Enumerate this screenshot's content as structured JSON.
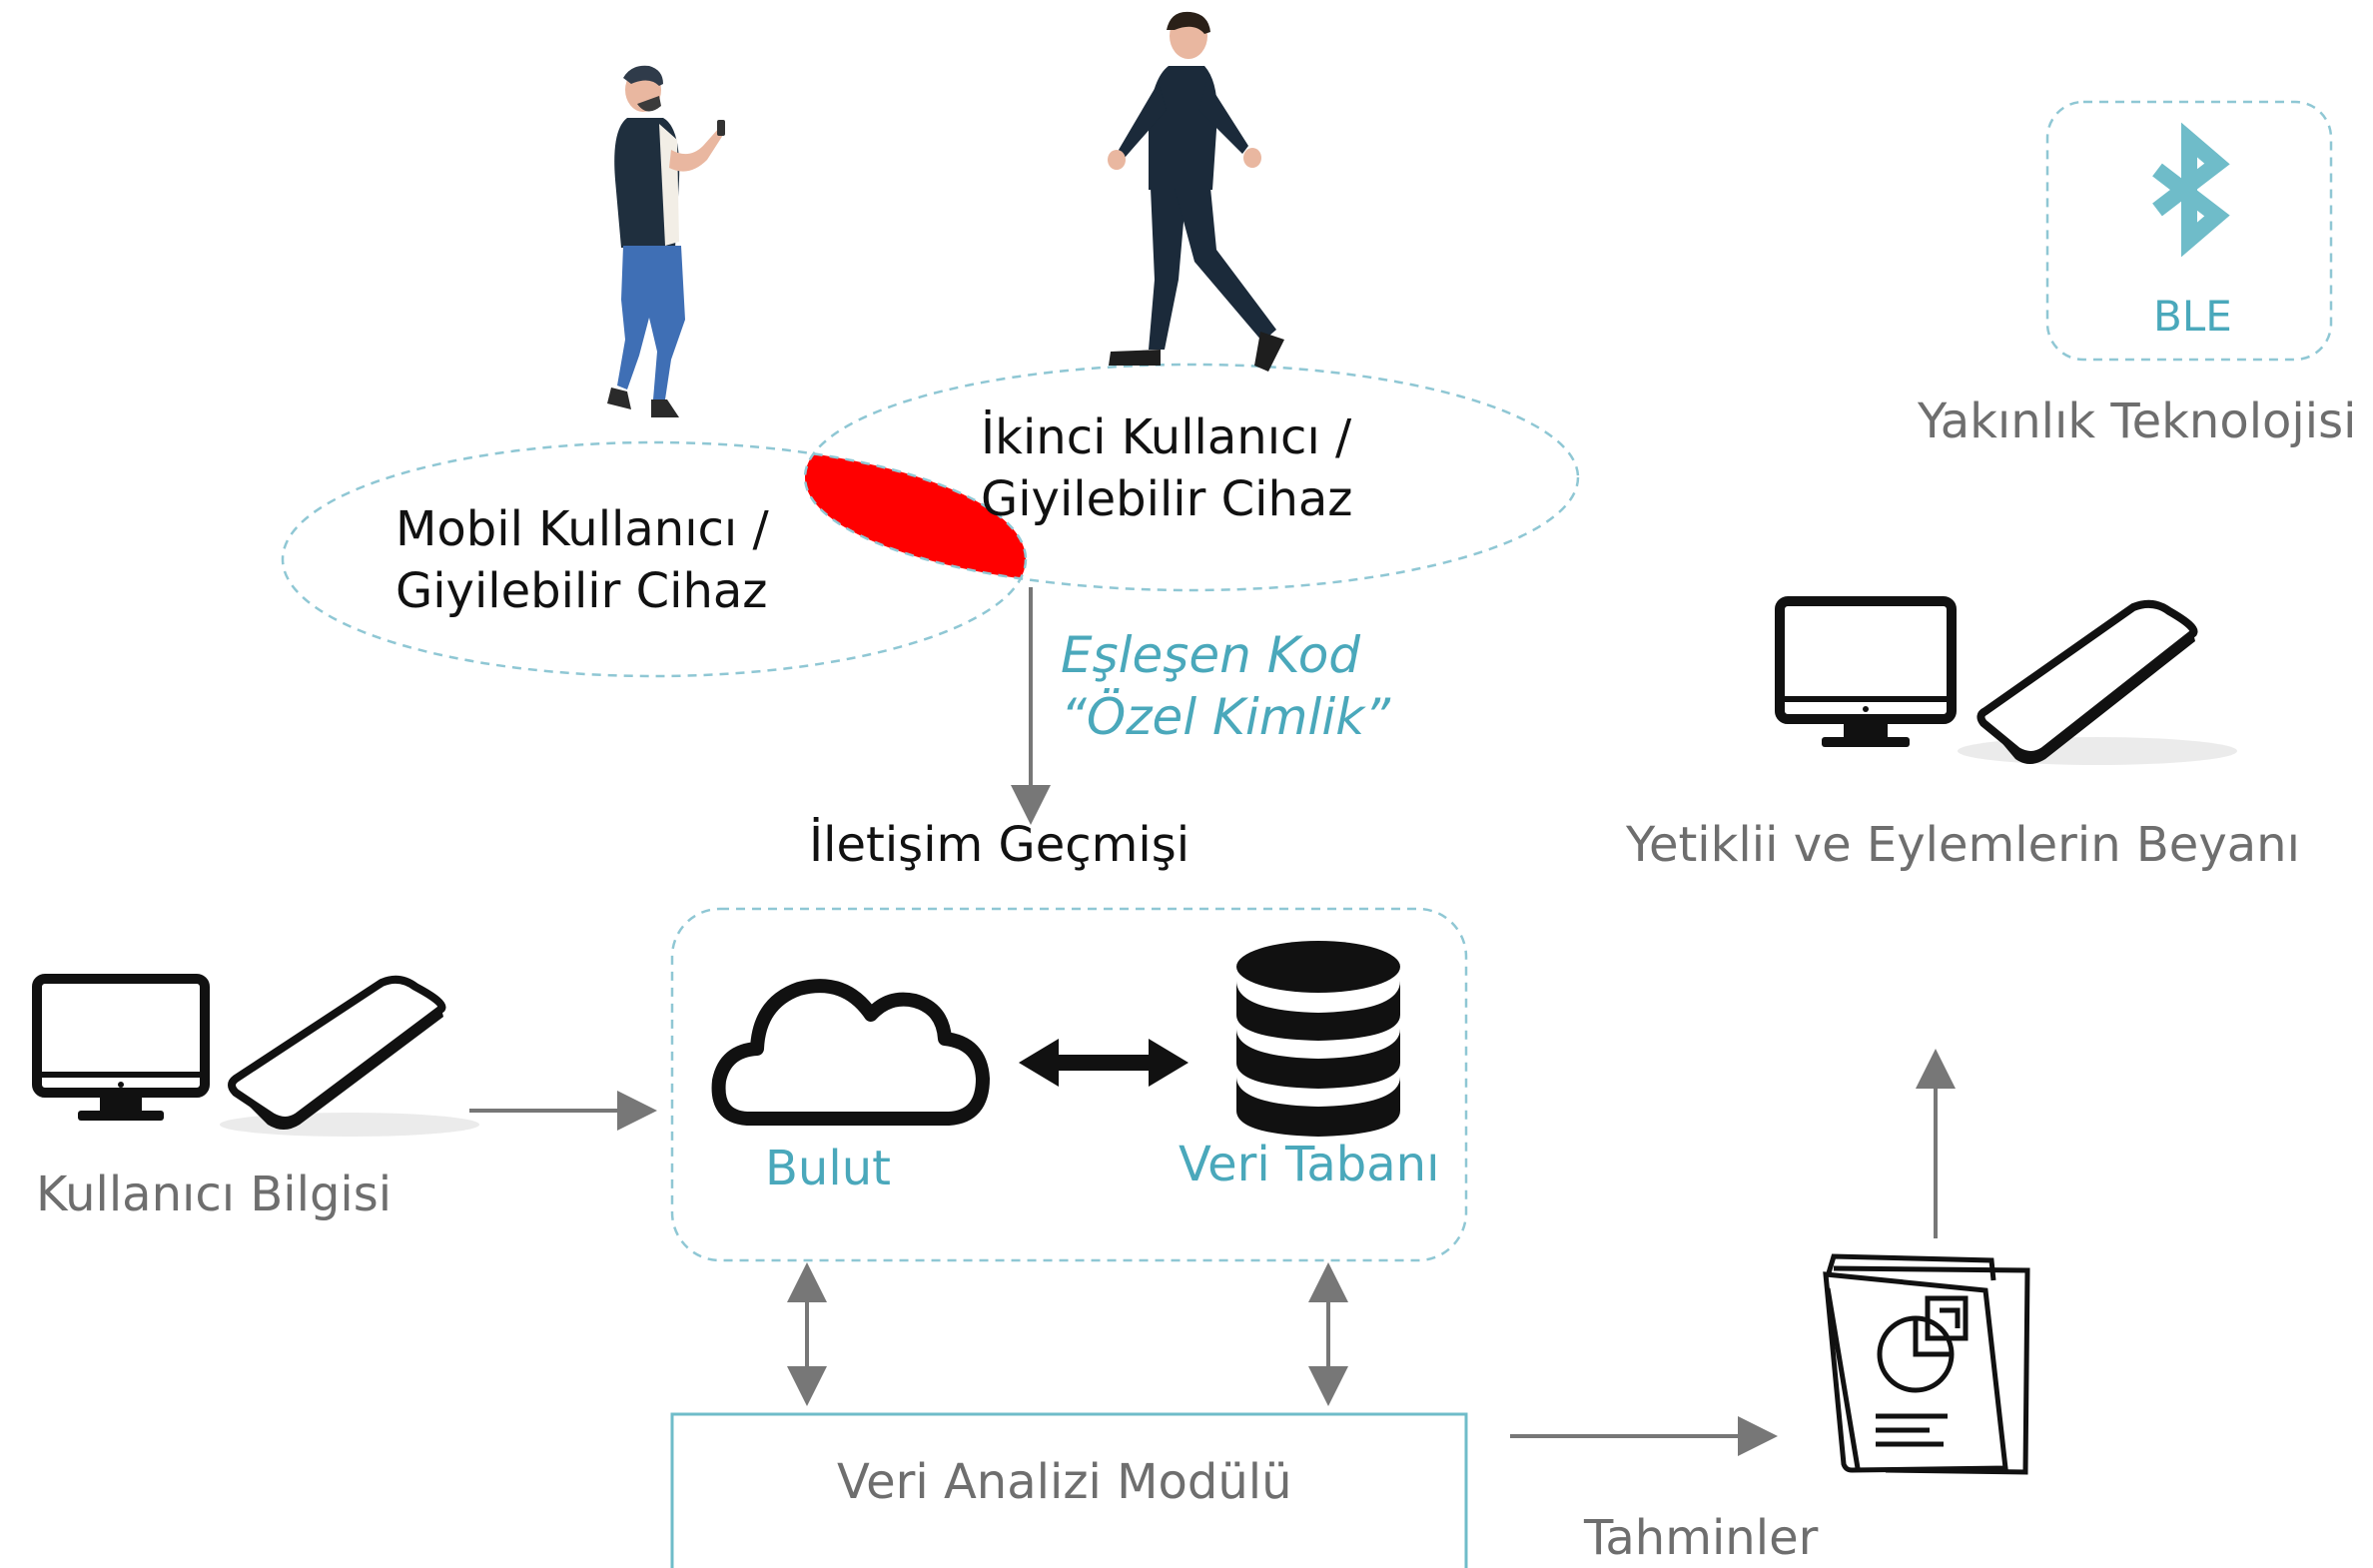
{
  "colors": {
    "accent": "#4aa8bb",
    "dashed_border": "#8fc7d4",
    "overlap_fill": "#ff0000",
    "arrow": "#777777",
    "label_gray": "#6e6e6e",
    "icon_dark": "#111111"
  },
  "users": {
    "mobile_user_label_line1": "Mobil Kullanıcı /",
    "mobile_user_label_line2": "Giyilebilir Cihaz",
    "second_user_label_line1": "İkinci Kullanıcı /",
    "second_user_label_line2": "Giyilebilir Cihaz"
  },
  "matching_code": {
    "line1": "Eşleşen Kod",
    "line2": "“Özel Kimlik”"
  },
  "communication_history": "İletişim Geçmişi",
  "cloud_box": {
    "cloud_label": "Bulut",
    "database_label": "Veri Tabanı"
  },
  "user_info": "Kullanıcı Bilgisi",
  "analysis_module": "Veri Analizi Modülü",
  "predictions": "Tahminler",
  "declaration": "Yetiklii ve Eylemlerin Beyanı",
  "proximity": {
    "ble_label": "BLE",
    "title": "Yakınlık Teknolojisi"
  },
  "icons": [
    "person-with-phone-icon",
    "walking-person-icon",
    "bluetooth-icon",
    "monitor-icon",
    "smartphone-icon",
    "cloud-icon",
    "database-icon",
    "double-arrow-icon",
    "report-document-icon"
  ]
}
